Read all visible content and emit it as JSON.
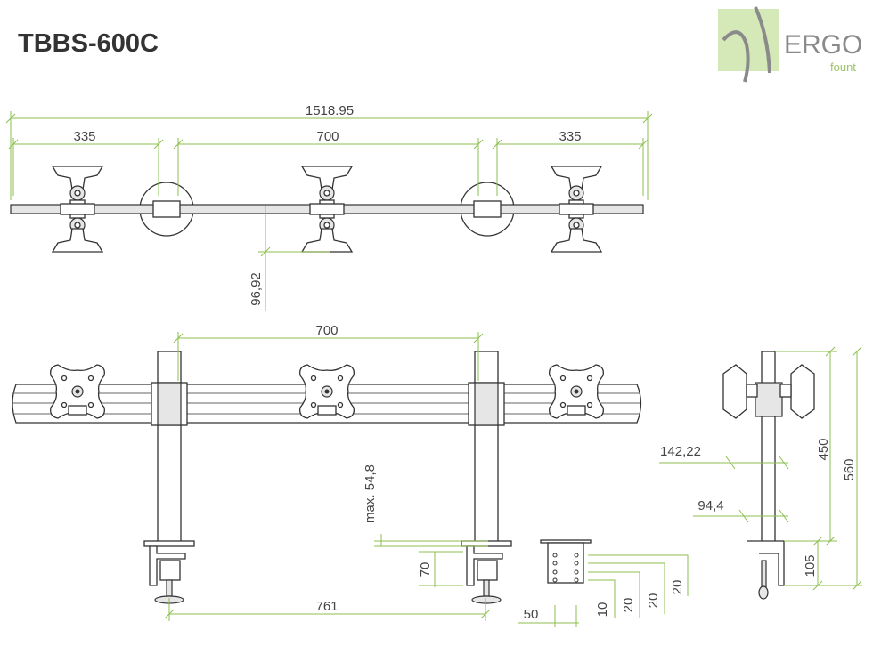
{
  "header": {
    "title": "TBBS-600C"
  },
  "logo": {
    "brand": "ERGO",
    "sub": "fount"
  },
  "colors": {
    "accent": "#8cbf4f",
    "line": "#333333",
    "logo_bg": "#d4e8b8",
    "logo_text": "#8a8a8a"
  },
  "top_view": {
    "total": "1518.95",
    "left": "335",
    "middle": "700",
    "right": "335",
    "depth": "96,92"
  },
  "front_view": {
    "pole_spacing": "700",
    "base_spacing": "761",
    "max_clamp": "max. 54,8",
    "clamp_height": "70",
    "plate_width": "50",
    "hole_offsets": [
      "10",
      "20",
      "20",
      "20"
    ]
  },
  "side_view": {
    "offset_1": "142,22",
    "offset_2": "94,4",
    "h1": "450",
    "h2": "560",
    "h3": "105"
  }
}
